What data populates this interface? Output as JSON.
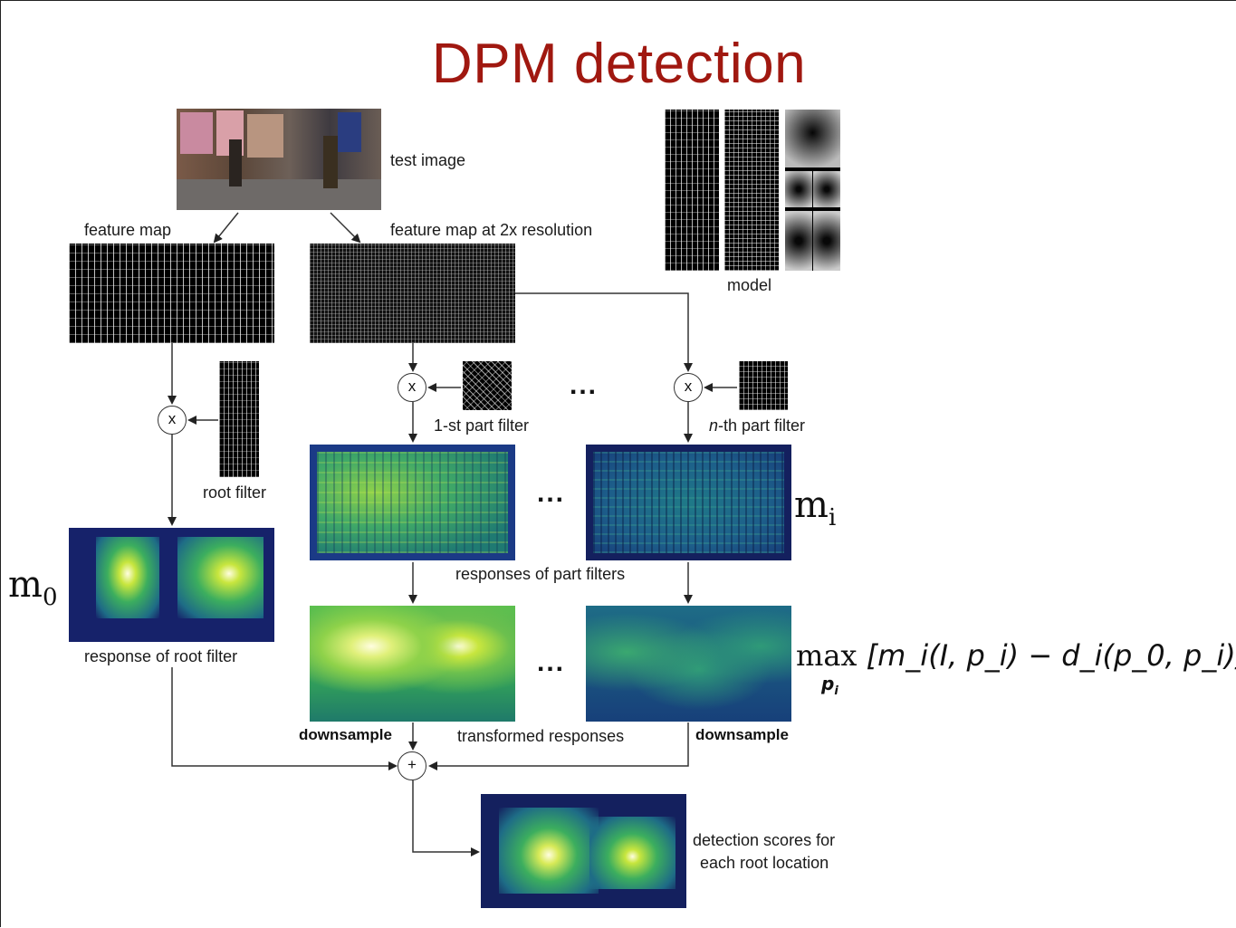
{
  "title": "DPM detection",
  "labels": {
    "test_image": "test image",
    "feature_map": "feature map",
    "feature_map_2x": "feature map at 2x resolution",
    "model": "model",
    "root_filter": "root filter",
    "first_part_filter": "1-st part filter",
    "nth_part_filter_prefix": "n",
    "nth_part_filter_suffix": "-th part filter",
    "responses_part_filters": "responses of part filters",
    "response_root_filter": "response of root filter",
    "transformed_responses": "transformed responses",
    "downsample_left": "downsample",
    "downsample_right": "downsample",
    "detection_scores_line1": "detection scores for",
    "detection_scores_line2": "each root location"
  },
  "operators": {
    "multiply": "x",
    "add": "+"
  },
  "ellipsis": "...",
  "math": {
    "m0_base": "m",
    "m0_sub": "0",
    "mi_base": "m",
    "mi_sub": "i",
    "max_word": "max",
    "max_sub": "p",
    "max_sub_i": "i",
    "formula_body": "[m_i(I, p_i) − d_i(p_0, p_i)]"
  },
  "colors": {
    "title": "#a01810",
    "heatmap_low": "#1b1f6e",
    "heatmap_mid": "#1e8a6a",
    "heatmap_high": "#b6e23a",
    "heatmap_peak": "#fffde0"
  }
}
